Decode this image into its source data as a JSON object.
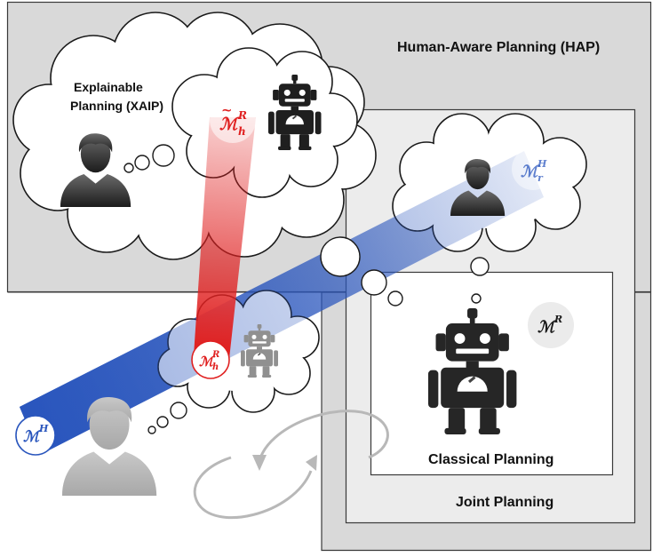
{
  "title": "Human-Aware Planning (HAP)",
  "labels": {
    "xaip_line1": "Explainable",
    "xaip_line2": "Planning (XAIP)",
    "classical": "Classical Planning",
    "joint": "Joint Planning"
  },
  "models": {
    "MH": {
      "base": "ℳ",
      "sup": "H",
      "sub": ""
    },
    "MRh": {
      "base": "ℳ",
      "sup": "R",
      "sub": "h"
    },
    "MRh_tilde": {
      "base": "ℳ",
      "sup": "R",
      "sub": "h",
      "accent": "~"
    },
    "MHr": {
      "base": "ℳ",
      "sup": "H",
      "sub": "r"
    },
    "MR": {
      "base": "ℳ",
      "sup": "R",
      "sub": ""
    }
  },
  "colors": {
    "blue_beam": "#2f5bbf",
    "red_beam": "#e02020",
    "outer_gray": "#d9d9d9",
    "joint_gray": "#ececec",
    "dark_icon": "#262626",
    "light_icon": "#9a9a9a"
  }
}
